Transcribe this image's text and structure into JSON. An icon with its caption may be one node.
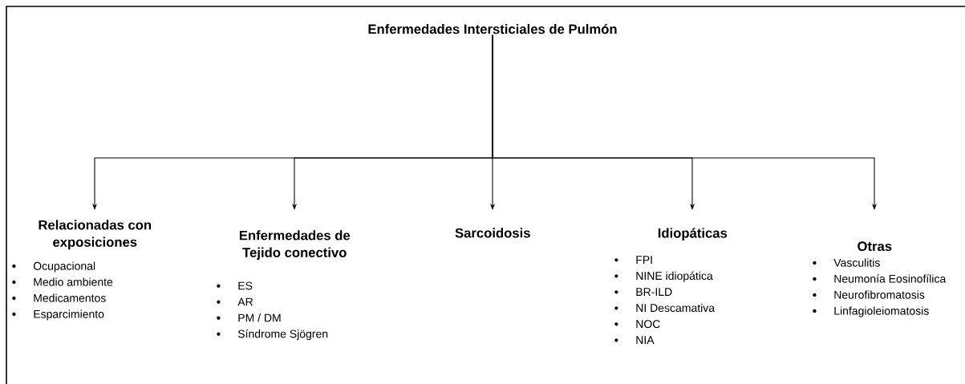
{
  "diagram": {
    "nodes": [
      {
        "text": [
          "Enfermedades Intersticiales de Pulmón"
        ]
      },
      {
        "text": [
          "Relacionadas con exposiciones",
          "Ocupacional",
          "Medio ambiente",
          "Medicamentos",
          "Esparcimiento"
        ]
      },
      {
        "text": [
          "Enfermedades de Tejido conectivo",
          "ES",
          "AR",
          "PM / DM",
          "Síndrome Sjögren"
        ]
      },
      {
        "text": [
          "Sarcoidosis"
        ]
      },
      {
        "text": [
          "Idiopáticas",
          "FPI",
          "NINE idiopática",
          "BR-ILD",
          "NI Descamativa",
          "NOC",
          "NIA"
        ]
      },
      {
        "text": [
          "Otras",
          "Vasculitis",
          "Neumonía Eosinofílica",
          "Neurofibromatosis",
          "Linfagioleiomatosis"
        ]
      }
    ],
    "edges": [
      {
        "from": 0,
        "to": 1,
        "arrow": "to"
      },
      {
        "from": 0,
        "to": 2,
        "arrow": "to"
      },
      {
        "from": 0,
        "to": 3,
        "arrow": "to"
      },
      {
        "from": 0,
        "to": 4,
        "arrow": "to"
      },
      {
        "from": 0,
        "to": 5,
        "arrow": "to"
      }
    ]
  }
}
